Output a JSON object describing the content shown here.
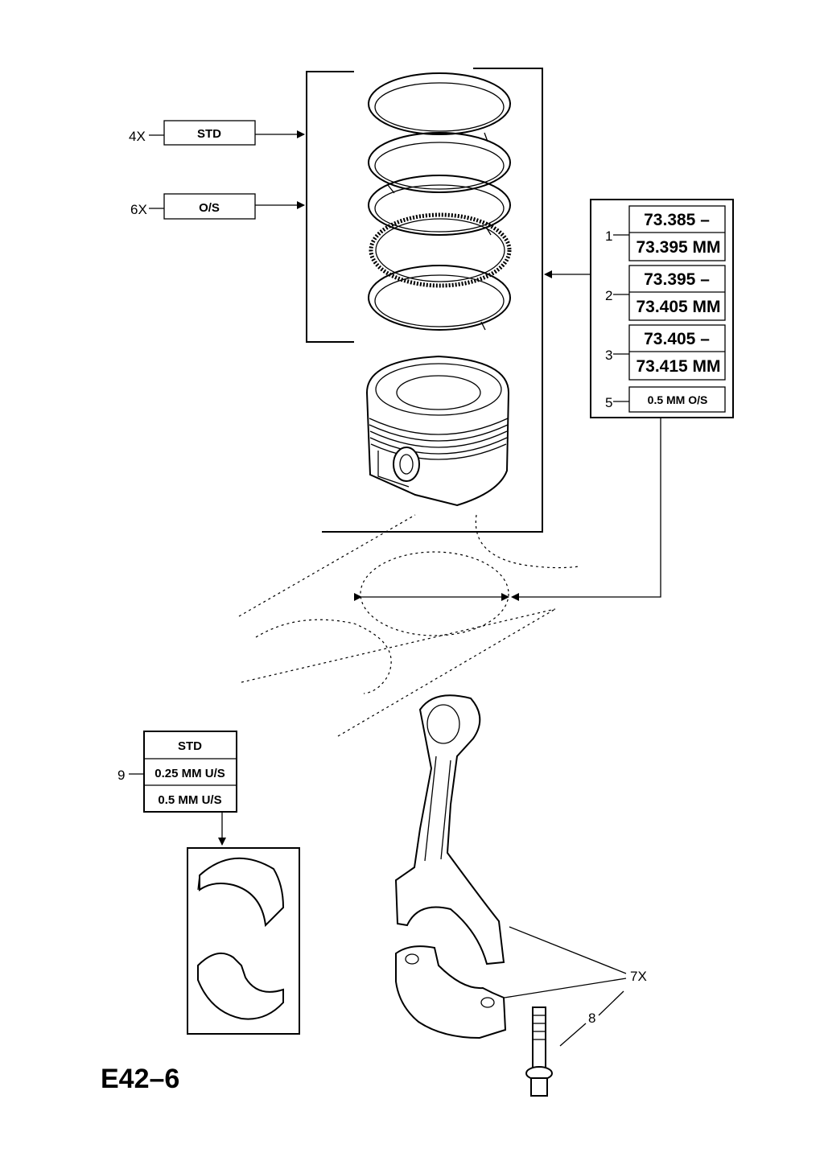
{
  "title": "E42–6",
  "ring_set_options": [
    {
      "qty": "4X",
      "label": "STD"
    },
    {
      "qty": "6X",
      "label": "O/S"
    }
  ],
  "bore_sizes": [
    {
      "item": "1",
      "line1": "73.385 –",
      "line2": "73.395 MM"
    },
    {
      "item": "2",
      "line1": "73.395 –",
      "line2": "73.405 MM"
    },
    {
      "item": "3",
      "line1": "73.405 –",
      "line2": "73.415 MM"
    },
    {
      "item": "5",
      "line1": "0.5 MM O/S"
    }
  ],
  "bearing": {
    "item": "9",
    "options": [
      "STD",
      "0.25 MM U/S",
      "0.5 MM U/S"
    ]
  },
  "callouts": {
    "con_rod": "7X",
    "bolt": "8"
  }
}
